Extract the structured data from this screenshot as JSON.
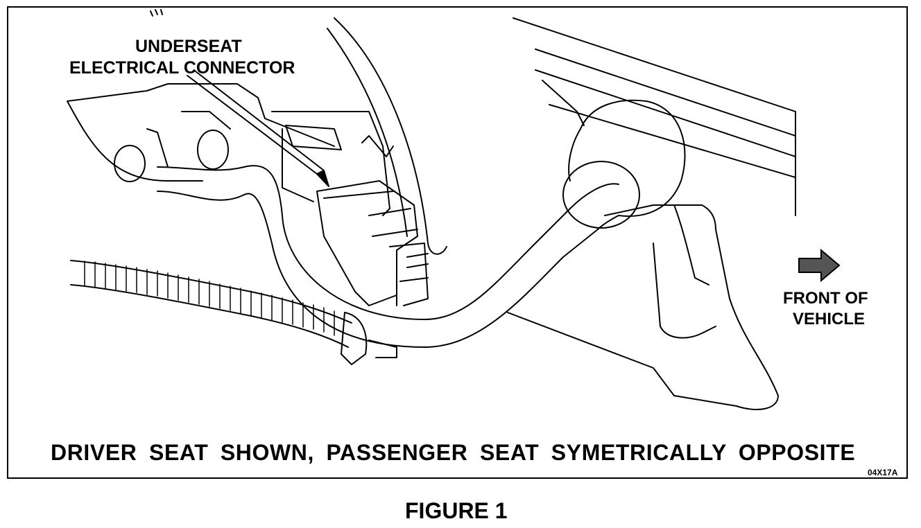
{
  "diagram": {
    "callout": {
      "line1": "UNDERSEAT",
      "line2": "ELECTRICAL CONNECTOR"
    },
    "direction": {
      "line1": "FRONT OF",
      "line2": "VEHICLE"
    },
    "caption": "DRIVER SEAT SHOWN, PASSENGER SEAT SYMETRICALLY OPPOSITE",
    "drawing_code": "04X17A"
  },
  "figure_title": "FIGURE 1"
}
